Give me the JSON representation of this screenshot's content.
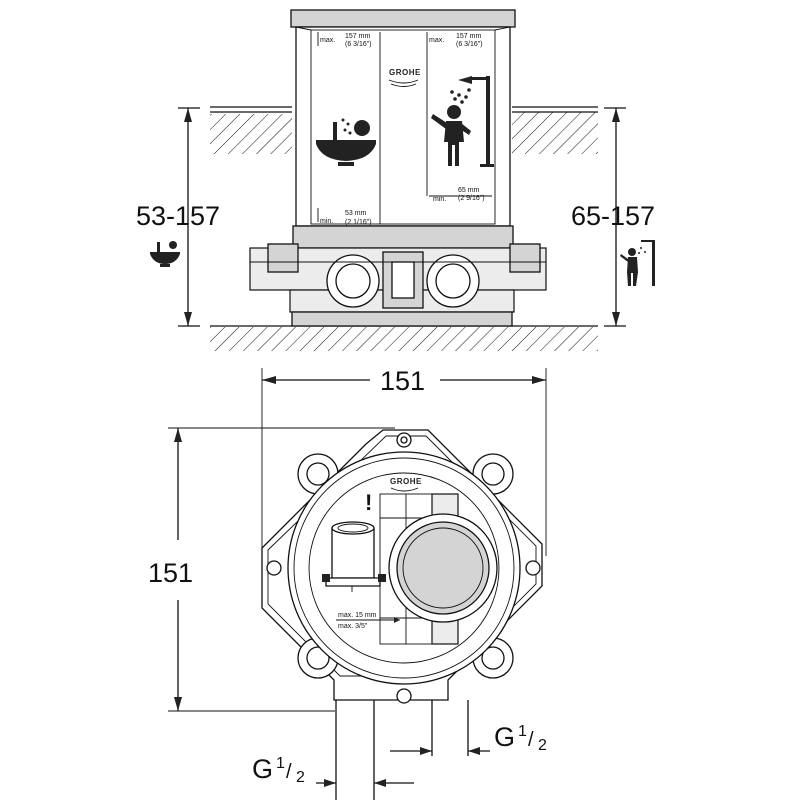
{
  "dimensions": {
    "bath_height_range": "53-157",
    "shower_height_range": "65-157",
    "width": "151",
    "height": "151",
    "thread_main": "G",
    "thread_num": "1",
    "thread_den": "2"
  },
  "box_labels": {
    "max_left": "max.",
    "max_left_mm": "157 mm",
    "max_left_in": "(6 3/16\")",
    "max_right": "max.",
    "max_right_mm": "157 mm",
    "max_right_in": "(6 3/16\")",
    "min_left": "min.",
    "min_left_mm": "53 mm",
    "min_left_in": "(2 1/16\")",
    "min_right": "min.",
    "min_right_mm": "65 mm",
    "min_right_in": "(2 9/16\")",
    "brand": "GROHE"
  },
  "plan_labels": {
    "brand": "GROHE",
    "max_mm": "max. 15 mm",
    "max_in": "max. 3/5\"",
    "warning": "!"
  },
  "icons": [
    "bathtub-icon",
    "shower-person-icon"
  ]
}
